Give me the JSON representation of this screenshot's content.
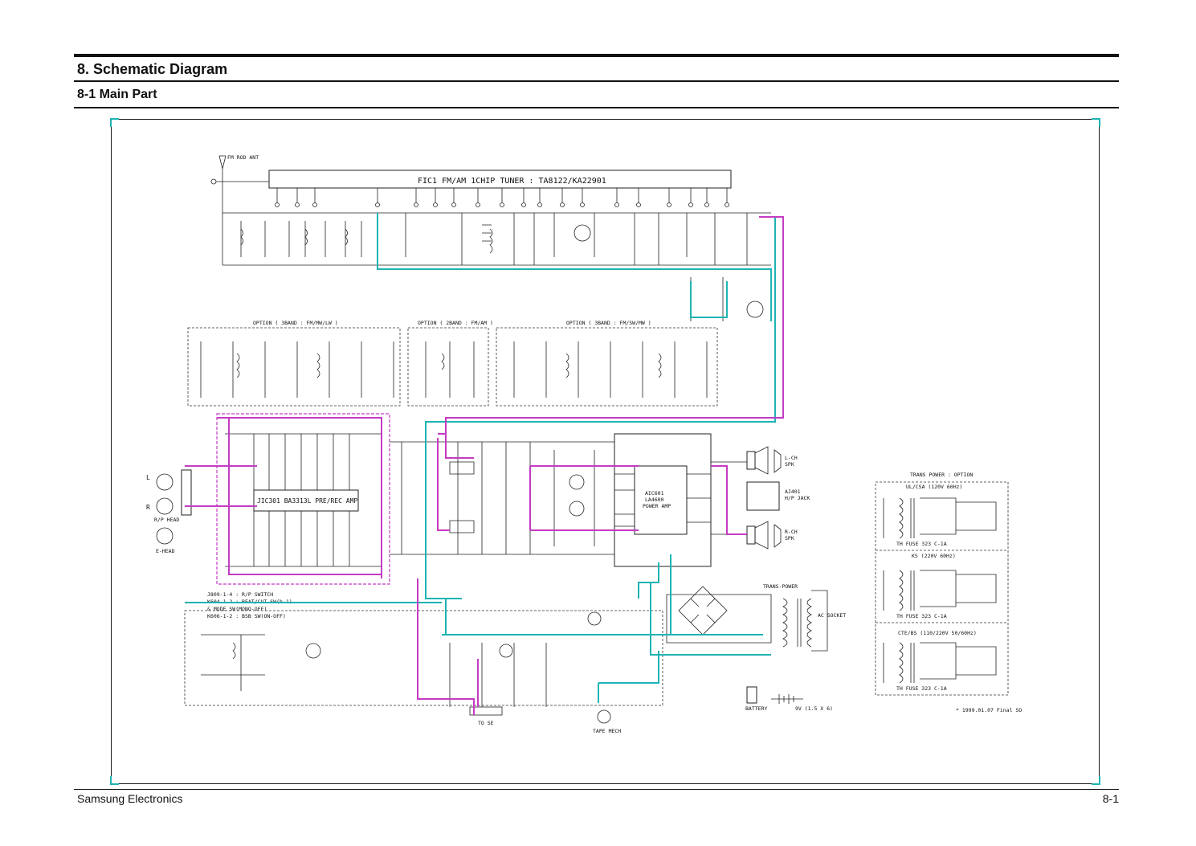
{
  "header": {
    "section_title": "8. Schematic Diagram",
    "subsection_title": "8-1 Main Part"
  },
  "footer": {
    "company": "Samsung Electronics",
    "page": "8-1"
  },
  "schematic": {
    "tuner_title": "FIC1 FM/AM 1CHIP TUNER : TA8122/KA22901",
    "fm_rod_ant": "FM ROD ANT",
    "option_3band_lw": "OPTION ( 3BAND : FM/MW/LW )",
    "option_2band": "OPTION ( 2BAND : FM/AM )",
    "option_3band_sw": "OPTION ( 3BAND : FM/SW/MW )",
    "preamp_ic": "JIC301   BA3313L PRE/REC AMP",
    "power_amp_ic": "AIC601\nLA4600\nPOWER AMP",
    "power_amp_ref": "AIC601",
    "power_amp_part": "LA4600",
    "power_amp_label": "POWER AMP",
    "trans_power": "TRANS-POWER",
    "trans_power_option": "TRANS POWER : OPTION",
    "ul_csa": "UL/CSA (120V 60Hz)",
    "ks": "KS (220V 60Hz)",
    "cte_bs": "CTE/BS (110/220V 50/60Hz)",
    "fuse_label": "TH FUSE 323 C-1A",
    "option": "OPTION",
    "to_se": "TO SE",
    "tape_mech": "TAPE MECH",
    "lch_spk": "L-CH\nSPK",
    "rch_spk": "R-CH\nSPK",
    "lch": "L-CH",
    "rch": "R-CH",
    "spk": "SPK",
    "hp_jack": "AJ401\nH/P JACK",
    "hp_jack_ref": "AJ401",
    "hp_jack_label": "H/P JACK",
    "battery": "BATTERY\n9V (1.5 X 6)",
    "battery_label": "BATTERY",
    "battery_spec": "9V (1.5 X 6)",
    "ac_socket": "AC SOCKET",
    "rec_head": "R/P HEAD",
    "e_head": "E-HEAD",
    "ch_l": "L",
    "ch_r": "R",
    "notes": [
      "J809-1-4 : R/P SWITCH",
      "K604-1-2 : BEAT/CUT SW(b-1)",
      "           & MODE SW(MONO-OFF)",
      "K606-1-2 : BSB SW(ON-OFF)"
    ],
    "date_note": "* 1999.01.07 Final SO"
  },
  "colors": {
    "cyan_trace": "#1fb3b3",
    "magenta_trace": "#c43bc4",
    "frame_marks": "#1fb3b3"
  }
}
